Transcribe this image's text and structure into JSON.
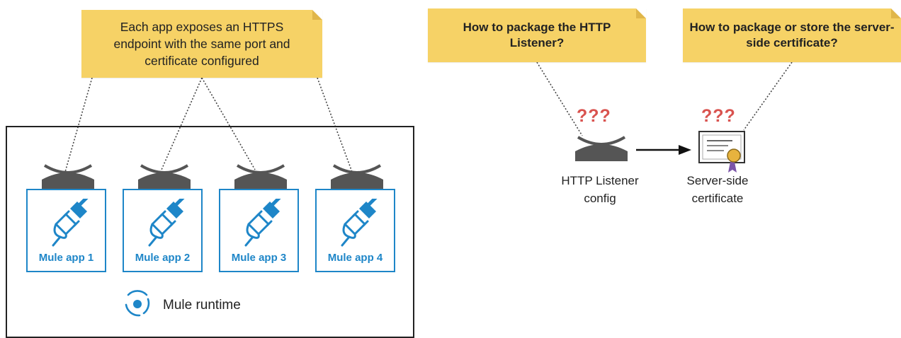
{
  "notes": {
    "left": "Each app exposes an HTTPS endpoint with the same port and certificate configured",
    "middle": "How to package the HTTP Listener?",
    "right": "How to package or store the server-side certificate?"
  },
  "apps": [
    {
      "label": "Mule app 1"
    },
    {
      "label": "Mule app 2"
    },
    {
      "label": "Mule app 3"
    },
    {
      "label": "Mule app 4"
    }
  ],
  "runtime": {
    "label": "Mule runtime",
    "icon": "mule-runtime-icon"
  },
  "right_diagram": {
    "unknown_marker": "???",
    "listener_caption": "HTTP Listener config",
    "certificate_caption": "Server-side certificate",
    "listener_icon": "http-listener-icon",
    "certificate_icon": "certificate-icon"
  },
  "colors": {
    "note": "#f6d266",
    "app_border": "#1e86c8",
    "question_marks": "#d9534f",
    "listener": "#555555"
  }
}
